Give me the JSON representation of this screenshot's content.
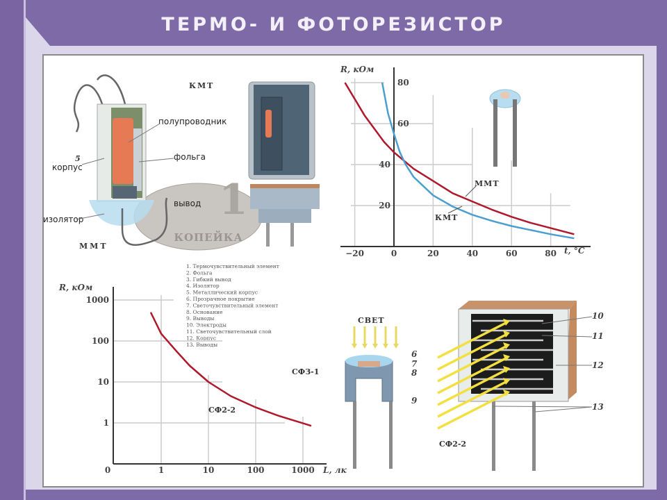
{
  "title": "ТЕРМО-  И  ФОТОРЕЗИСТОР",
  "thermistor_labels": {
    "semiconductor": "полупроводник",
    "foil": "фольга",
    "body": "корпус",
    "lead": "вывод",
    "insulator": "изолятор",
    "mmt": "ММТ",
    "kmt": "КМТ",
    "num5": "5",
    "coin_value": "1",
    "coin_text": "КОПЕЙКА"
  },
  "legend": [
    "1. Термочувствительный элемент",
    "2. Фольга",
    "3. Гибкий вывод",
    "4. Изолятор",
    "5. Металлический корпус",
    "6. Прозрачное покрытие",
    "7. Светочувствительный элемент",
    "8. Основание",
    "9. Выводы",
    "10. Электроды",
    "11. Светочувствительный слой",
    "12. Корпус",
    "13. Выводы"
  ],
  "photoresistor_labels": {
    "light": "СВЕТ",
    "sf3": "СФЗ-1",
    "sf2": "СФ2-2",
    "n6": "6",
    "n7": "7",
    "n8": "8",
    "n9": "9",
    "n10": "10",
    "n11": "11",
    "n12": "12",
    "n13": "13"
  },
  "colors": {
    "background": "#7f6aa8",
    "panel": "#dcd6ea",
    "red": "#b0182c",
    "blue": "#4a9fd0"
  },
  "chart_data": [
    {
      "type": "line",
      "xlabel": "t, °C",
      "ylabel": "R, кОм",
      "xticks": [
        "−20",
        "0",
        "20",
        "40",
        "60",
        "80"
      ],
      "xtick_values": [
        -20,
        0,
        20,
        40,
        60,
        80
      ],
      "yticks": [
        "20",
        "40",
        "60",
        "80"
      ],
      "ytick_values": [
        20,
        40,
        60,
        80
      ],
      "xlim": [
        -25,
        95
      ],
      "ylim": [
        0,
        85
      ],
      "series": [
        {
          "name": "ММТ",
          "color": "#b0182c",
          "x": [
            -25,
            -15,
            -5,
            0,
            10,
            20,
            30,
            40,
            50,
            60,
            70,
            80,
            92
          ],
          "y": [
            80,
            64,
            51,
            46,
            38,
            32,
            26,
            22,
            18,
            14.5,
            11.5,
            9,
            6
          ]
        },
        {
          "name": "КМТ",
          "color": "#4a9fd0",
          "x": [
            -6,
            -3,
            0,
            3,
            6,
            10,
            20,
            30,
            40,
            50,
            60,
            70,
            80,
            92
          ],
          "y": [
            80,
            65,
            55,
            46,
            40,
            34,
            25,
            19.5,
            15.5,
            12.5,
            10,
            8,
            6,
            4
          ]
        }
      ]
    },
    {
      "type": "line",
      "xscale": "log",
      "yscale": "log",
      "xlabel": "L, лк",
      "ylabel": "R, кОм",
      "xticks": [
        "0",
        "1",
        "10",
        "100",
        "1000"
      ],
      "yticks": [
        "0",
        "1",
        "10",
        "100",
        "1000"
      ],
      "annotation": "СФ2-2",
      "series": [
        {
          "name": "СФ2-2",
          "color": "#b0182c",
          "x": [
            0.6,
            1,
            2,
            4,
            10,
            30,
            100,
            300,
            1500
          ],
          "y": [
            500,
            150,
            60,
            25,
            10,
            4.5,
            2.4,
            1.5,
            0.85
          ]
        }
      ]
    }
  ]
}
